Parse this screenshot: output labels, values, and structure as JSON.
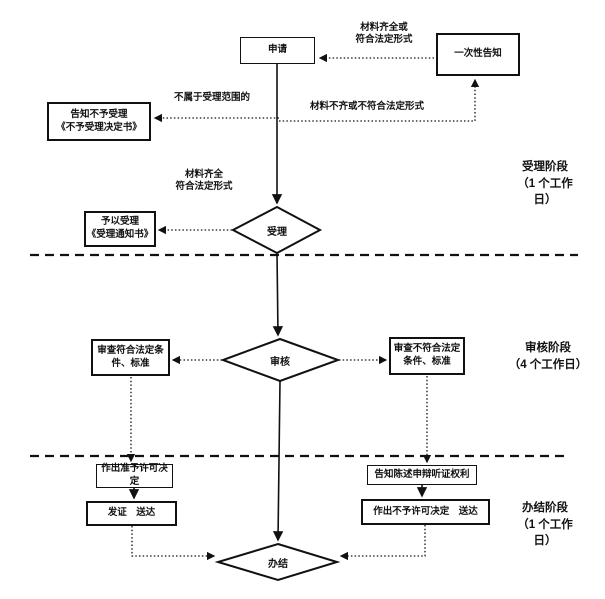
{
  "nodes": {
    "apply": "申请",
    "one_time_notice": "一次性告知",
    "reject_notice": "告知不予受理\n《不予受理决定书》",
    "accept_notice": "予以受理\n《受理通知书》",
    "accept": "受理",
    "review": "审核",
    "review_pass": "审查符合法定条\n件、标准",
    "review_fail": "审查不符合法定\n条件、标准",
    "grant": "作出准予许可决定",
    "issue": "发证　送达",
    "rights": "告知陈述申辩听证权利",
    "deny": "作出不予许可决定　送达",
    "finish": "办结"
  },
  "edge_labels": {
    "materials_complete_top": "材料齐全或\n符合法定形式",
    "out_of_scope": "不属于受理范围的",
    "materials_incomplete": "材料不齐或不符合法定形式",
    "materials_complete_mid": "材料齐全\n符合法定形式"
  },
  "phases": {
    "accept": "受理阶段\n（1 个工作\n日）",
    "review": "审核阶段\n（4 个工作日）",
    "finish": "办结阶段\n（1 个工作\n日）"
  },
  "colors": {
    "line": "#111111",
    "background": "#ffffff"
  }
}
